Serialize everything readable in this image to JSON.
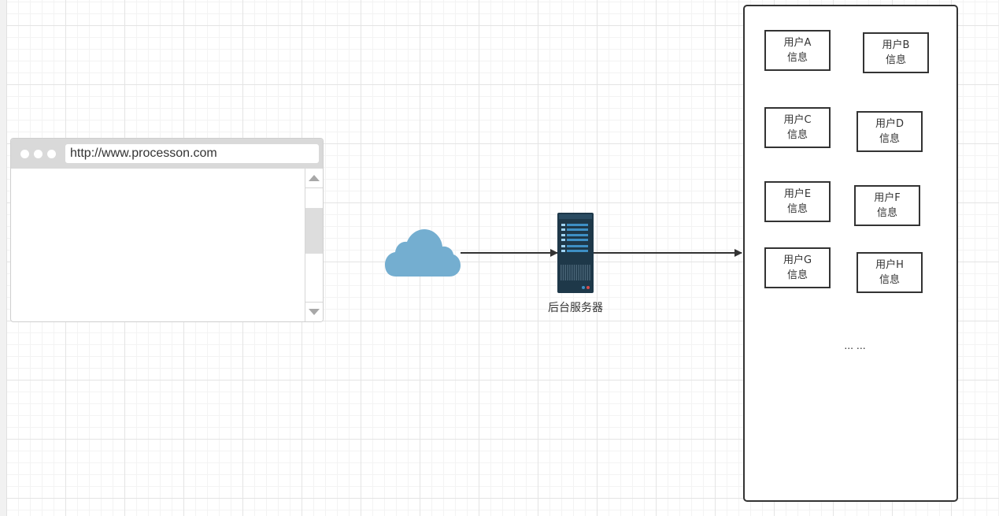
{
  "browser": {
    "url": "http://www.processon.com"
  },
  "server": {
    "label": "后台服务器"
  },
  "users": [
    {
      "name": "用户A",
      "info": "信息"
    },
    {
      "name": "用户B",
      "info": "信息"
    },
    {
      "name": "用户C",
      "info": "信息"
    },
    {
      "name": "用户D",
      "info": "信息"
    },
    {
      "name": "用户E",
      "info": "信息"
    },
    {
      "name": "用户F",
      "info": "信息"
    },
    {
      "name": "用户G",
      "info": "信息"
    },
    {
      "name": "用户H",
      "info": "信息"
    }
  ],
  "ellipsis": "... ...",
  "colors": {
    "cloud": "#74aed0",
    "server_body": "#1e3849",
    "server_accent": "#3e8fc4",
    "stroke": "#333333",
    "browser_bar": "#d9d9d9"
  },
  "icons": [
    "cloud-icon",
    "server-icon",
    "scroll-up-icon",
    "scroll-down-icon"
  ]
}
